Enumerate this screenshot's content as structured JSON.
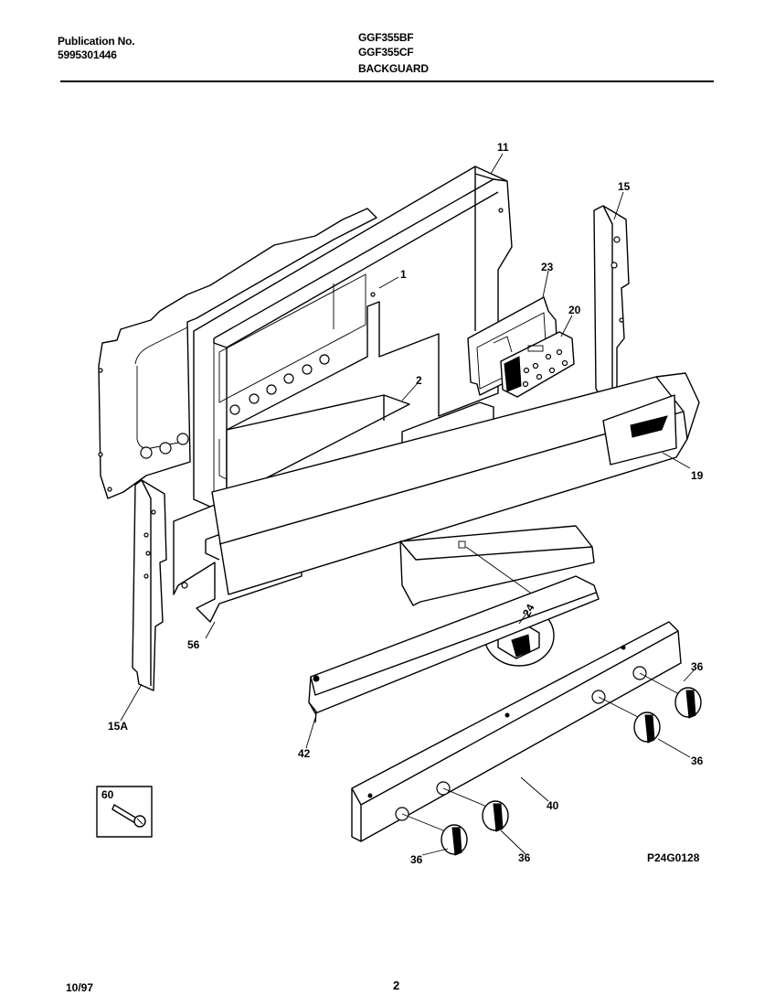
{
  "header": {
    "publication_label": "Publication No.",
    "publication_number": "5995301446",
    "model_1": "GGF355BF",
    "model_2": "GGF355CF",
    "section_title": "BACKGUARD"
  },
  "footer": {
    "date": "10/97",
    "page_number": "2"
  },
  "diagram": {
    "drawing_code": "P24G0128",
    "callouts": [
      "11",
      "1",
      "15",
      "23",
      "20",
      "2",
      "19",
      "24",
      "36",
      "36",
      "56",
      "15A",
      "42",
      "40",
      "36",
      "36",
      "60"
    ]
  }
}
